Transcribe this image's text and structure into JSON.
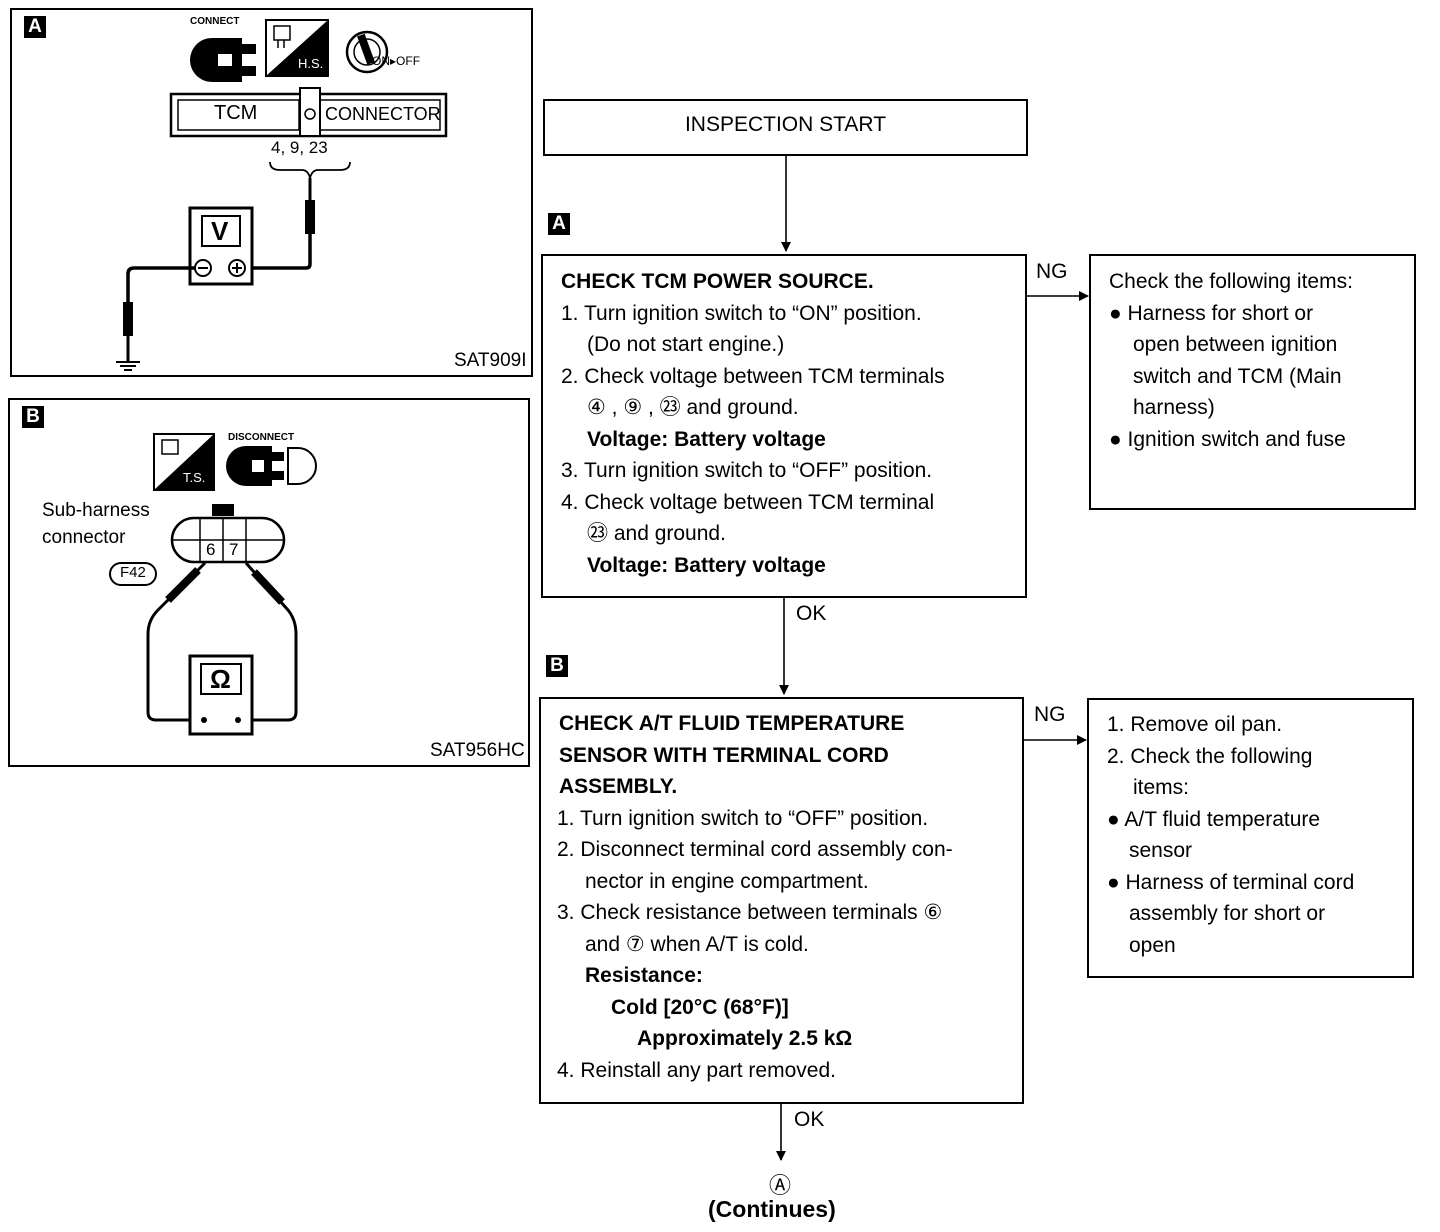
{
  "diagram_a": {
    "tag": "A",
    "connect_label": "CONNECT",
    "hs_label": "H.S.",
    "switch_label": "ON▸OFF",
    "tcm_label": "TCM",
    "connector_label": "CONNECTOR",
    "terminals": "4,  9,  23",
    "meter_label": "V",
    "code": "SAT909I"
  },
  "diagram_b": {
    "tag": "B",
    "ts_label": "T.S.",
    "disconnect_label": "DISCONNECT",
    "sub_harness_line1": "Sub-harness",
    "sub_harness_line2": "connector",
    "connector_id": "F42",
    "pin6": "6",
    "pin7": "7",
    "meter_label": "Ω",
    "code": "SAT956HC"
  },
  "flow": {
    "start": "INSPECTION START",
    "step_a": {
      "tag": "A",
      "lines": [
        "CHECK TCM POWER SOURCE.",
        "1. Turn ignition switch to “ON” position.",
        "(Do not start engine.)",
        "2. Check voltage between TCM terminals",
        "④ , ⑨ , ㉓ and ground.",
        "Voltage: Battery voltage",
        "3. Turn ignition switch to “OFF” position.",
        "4. Check voltage between TCM terminal",
        "㉓ and ground.",
        "Voltage: Battery voltage"
      ],
      "ng_label": "NG",
      "ok_label": "OK",
      "ng_lines": [
        "Check the following items:",
        "●  Harness for short or",
        "open between ignition",
        "switch and TCM (Main",
        "harness)",
        "●  Ignition switch and fuse"
      ]
    },
    "step_b": {
      "tag": "B",
      "lines": [
        "CHECK A/T FLUID TEMPERATURE",
        "SENSOR WITH TERMINAL CORD",
        "ASSEMBLY.",
        "1. Turn ignition switch to “OFF” position.",
        "2. Disconnect terminal cord assembly con-",
        "nector in engine compartment.",
        "3. Check resistance between terminals ⑥",
        "and ⑦ when A/T is cold.",
        "Resistance:",
        "Cold [20°C (68°F)]",
        "Approximately 2.5 kΩ",
        "4. Reinstall any part removed."
      ],
      "ng_label": "NG",
      "ok_label": "OK",
      "ng_lines": [
        "1. Remove oil pan.",
        "2. Check the following",
        "items:",
        "●  A/T fluid temperature",
        "sensor",
        "●  Harness of terminal cord",
        "assembly for short or",
        "open"
      ]
    },
    "next_ref": "Ⓐ",
    "continues": "(Continues)"
  }
}
